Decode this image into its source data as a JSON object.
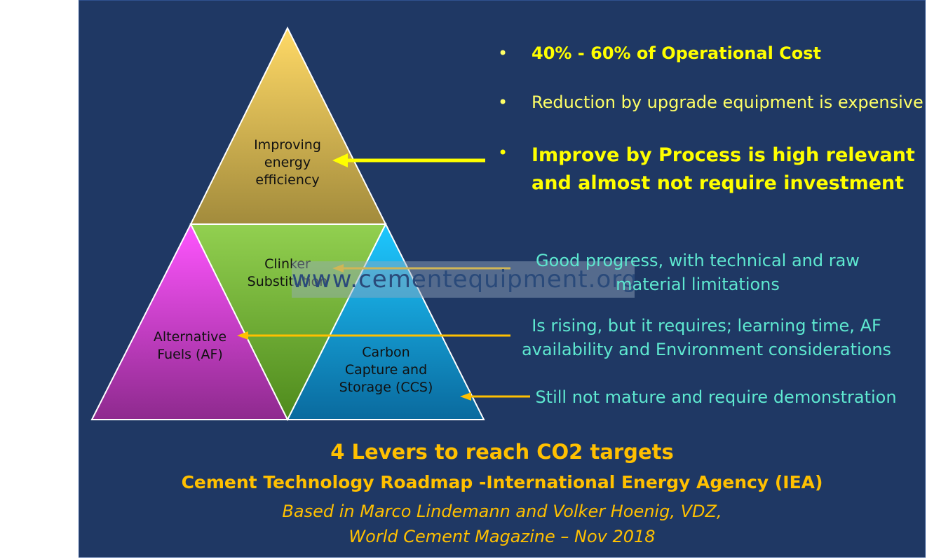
{
  "pyramid": {
    "top": "Improving energy efficiency",
    "middle": "Clinker Substitution",
    "left": "Alternative Fuels (AF)",
    "right": "Carbon Capture and Storage (CCS)"
  },
  "bullets": [
    "40% - 60% of Operational Cost",
    "Reduction by upgrade equipment is expensive",
    "Improve by Process is high relevant and almost not require investment"
  ],
  "notes": {
    "clinker": "Good progress, with technical and raw material limitations",
    "af": "Is rising, but it requires; learning time, AF availability and Environment considerations",
    "ccs": "Still not mature and require demonstration"
  },
  "watermark": "www.cementequipment.org",
  "caption": {
    "title": "4 Levers to reach CO2 targets",
    "subtitle": "Cement Technology Roadmap -International Energy Agency (IEA)",
    "source_line1": "Based in Marco Lindemann and Volker Hoenig, VDZ,",
    "source_line2": "World Cement Magazine – Nov 2018"
  },
  "colors": {
    "background": "#1f3864",
    "bullet_text": "#ffff00",
    "note_text": "#5ee8d0",
    "caption_text": "#ffc000",
    "arrow_yellow": "#ffff00",
    "arrow_gold": "#ffc000"
  }
}
